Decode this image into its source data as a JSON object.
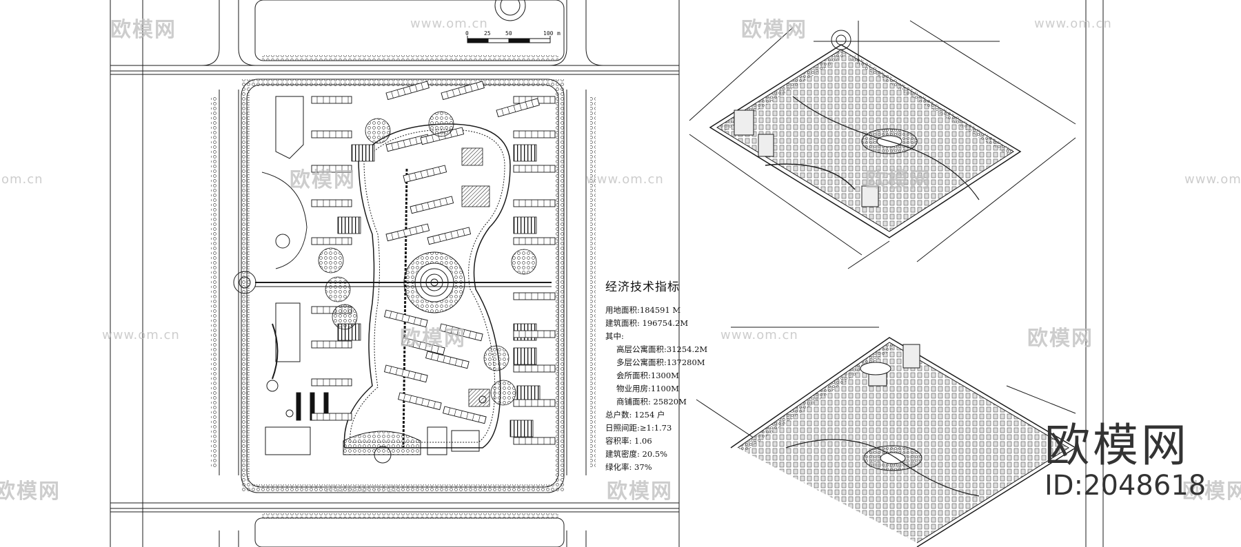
{
  "indices": {
    "title": "经济技术指标",
    "rows": [
      {
        "text": "用地面积:184591 M",
        "indent": false
      },
      {
        "text": "建筑面积: 196754.2M",
        "indent": false
      },
      {
        "text": "其中:",
        "indent": false
      },
      {
        "text": "高层公寓面积:31254.2M",
        "indent": true
      },
      {
        "text": "多层公寓面积:137280M",
        "indent": true
      },
      {
        "text": "会所面积:1300M",
        "indent": true
      },
      {
        "text": "物业用房:1100M",
        "indent": true
      },
      {
        "text": "商铺面积: 25820M",
        "indent": true
      },
      {
        "text": "总户数: 1254 户",
        "indent": false
      },
      {
        "text": "日照间距:≥1:1.73",
        "indent": false
      },
      {
        "text": "容积率: 1.06",
        "indent": false
      },
      {
        "text": "建筑密度: 20.5%",
        "indent": false
      },
      {
        "text": "绿化率: 37%",
        "indent": false
      }
    ]
  },
  "scale_bar": {
    "labels": [
      "0",
      "25",
      "50",
      "100"
    ],
    "unit": "m"
  },
  "watermarks": {
    "brand": "欧模网",
    "url": "www.om.cn",
    "url_short": "om.cn"
  },
  "brand_logo": {
    "name": "欧模网",
    "id": "ID:2048618"
  },
  "colors": {
    "line": "#1a1a1a",
    "tree": "#444444",
    "watermark": "#bdbdbd",
    "background": "#ffffff"
  }
}
